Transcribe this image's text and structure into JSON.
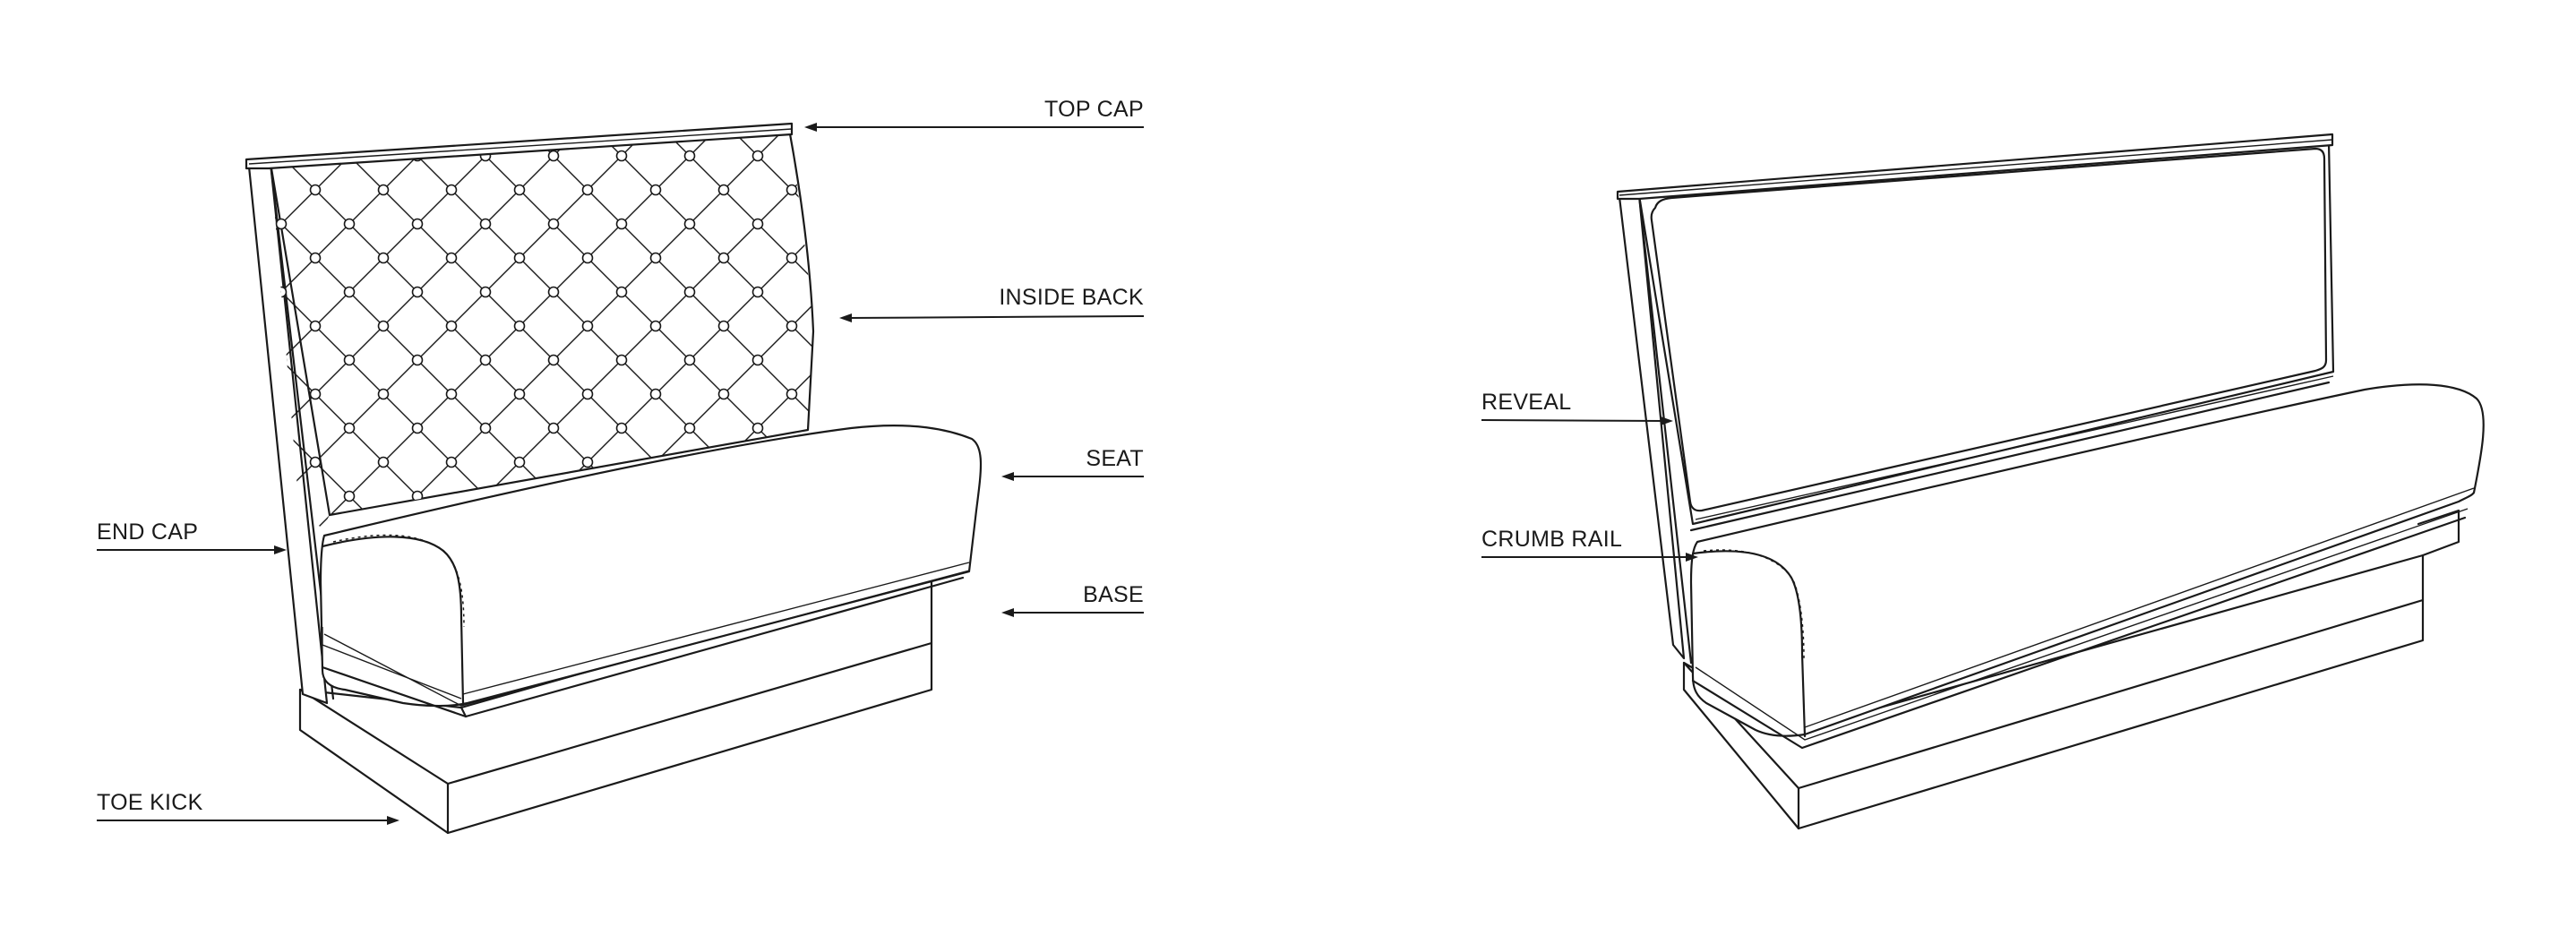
{
  "booth_tufted": {
    "labels": {
      "top_cap": "TOP CAP",
      "inside_back": "INSIDE BACK",
      "seat": "SEAT",
      "base": "BASE",
      "end_cap": "END CAP",
      "toe_kick": "TOE KICK"
    }
  },
  "booth_plain": {
    "labels": {
      "reveal": "REVEAL",
      "crumb_rail": "CRUMB RAIL"
    }
  }
}
